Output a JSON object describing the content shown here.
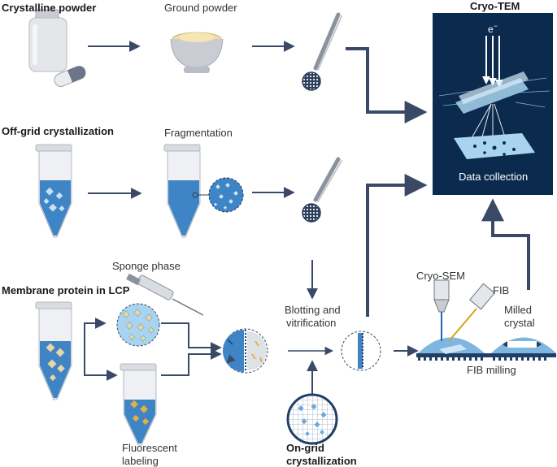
{
  "labels": {
    "crystalline_powder": "Crystalline powder",
    "ground_powder": "Ground powder",
    "off_grid": "Off-grid crystallization",
    "fragmentation": "Fragmentation",
    "sponge_phase": "Sponge phase",
    "membrane_lcp": "Membrane protein in LCP",
    "fluorescent_1": "Fluorescent",
    "fluorescent_2": "labeling",
    "blotting_1": "Blotting and",
    "blotting_2": "vitrification",
    "on_grid_1": "On-grid",
    "on_grid_2": "crystallization",
    "cryo_sem": "Cryo-SEM",
    "fib": "FIB",
    "milled_1": "Milled",
    "milled_2": "crystal",
    "fib_milling": "FIB milling",
    "cryo_tem": "Cryo-TEM",
    "electron": "e",
    "electron_sup": "−",
    "data_collection": "Data collection"
  },
  "colors": {
    "arrow": "#3a4a66",
    "navy_panel": "#0b2a4d",
    "liquid_blue": "#3f84c5",
    "light_blue": "#a8d4ef",
    "grey_body": "#d9dce0",
    "powder": "#f2dc9a",
    "fluorescent": "#e3b23c"
  }
}
